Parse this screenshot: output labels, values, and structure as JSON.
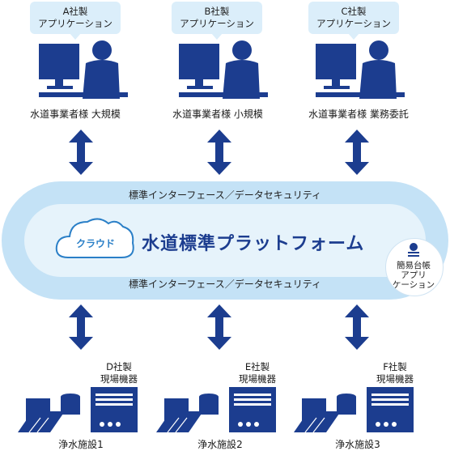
{
  "top_users": [
    {
      "bubble": [
        "A社製",
        "アプリケーション"
      ],
      "label": "水道事業者様 大規模"
    },
    {
      "bubble": [
        "B社製",
        "アプリケーション"
      ],
      "label": "水道事業者様 小規模"
    },
    {
      "bubble": [
        "C社製",
        "アプリケーション"
      ],
      "label": "水道事業者様 業務委託"
    }
  ],
  "platform": {
    "interface_top": "標準インターフェース／データセキュリティ",
    "interface_bottom": "標準インターフェース／データセキュリティ",
    "cloud_label": "クラウド",
    "title": "水道標準プラットフォーム",
    "side_app": [
      "簡易台帳",
      "アプリ",
      "ケーション"
    ]
  },
  "bottom_sites": [
    {
      "equipment": [
        "D社製",
        "現場機器"
      ],
      "facility": "浄水施設1"
    },
    {
      "equipment": [
        "E社製",
        "現場機器"
      ],
      "facility": "浄水施設2"
    },
    {
      "equipment": [
        "F社製",
        "現場機器"
      ],
      "facility": "浄水施設3"
    }
  ],
  "colors": {
    "navy": "#1c3d8f",
    "light_blue": "#dbeefa",
    "accent": "#2a7fc7"
  }
}
